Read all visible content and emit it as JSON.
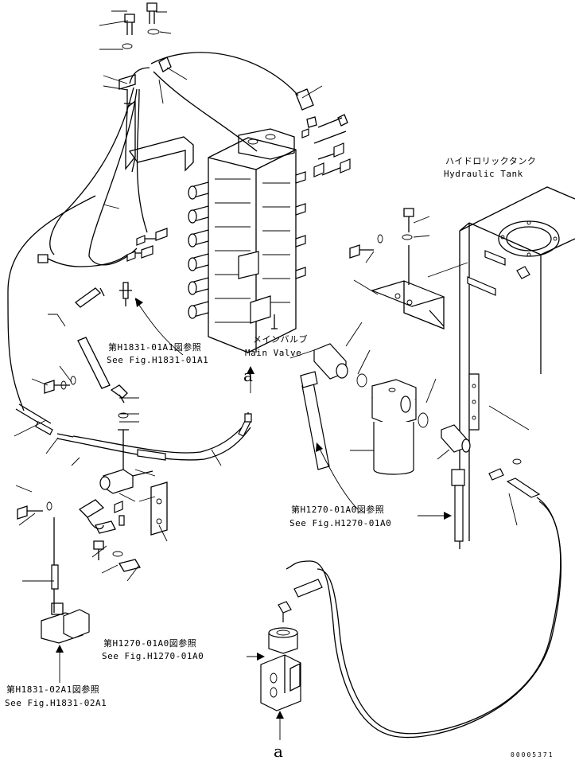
{
  "labels": {
    "hydraulic_tank_jp": "ハイドロリックタンク",
    "hydraulic_tank_en": "Hydraulic Tank",
    "main_valve_jp": "メインバルブ",
    "main_valve_en": "Main Valve",
    "ref_1831_01a1_jp": "第H1831-01A1図参照",
    "ref_1831_01a1_en": "See Fig.H1831-01A1",
    "ref_1270_01a0_right_jp": "第H1270-01A0図参照",
    "ref_1270_01a0_right_en": "See Fig.H1270-01A0",
    "ref_1270_01a0_bottom_jp": "第H1270-01A0図参照",
    "ref_1270_01a0_bottom_en": "See Fig.H1270-01A0",
    "ref_1831_02a1_jp": "第H1831-02A1図参照",
    "ref_1831_02a1_en": "See Fig.H1831-02A1"
  },
  "markers": {
    "connection_top": "a",
    "connection_bottom": "a"
  },
  "document_number": "00005371"
}
